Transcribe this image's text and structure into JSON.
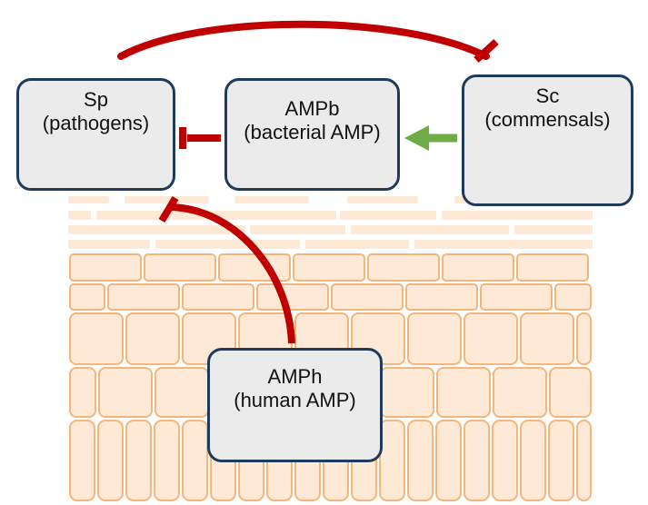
{
  "nodes": {
    "sp": {
      "line1": "Sp",
      "line2": "(pathogens)"
    },
    "ampb": {
      "line1": "AMPb",
      "line2": "(bacterial AMP)"
    },
    "sc": {
      "line1": "Sc",
      "line2": "(commensals)"
    },
    "amph": {
      "line1": "AMPh",
      "line2": "(human AMP)"
    }
  },
  "colors": {
    "inhibition": "#c00000",
    "activation": "#70ad47",
    "box_border": "#1f3b5c",
    "box_fill": "#ebebeb",
    "tissue_fill": "#fde9d5",
    "tissue_stroke": "#f4b67a",
    "pathogen": "#e00000",
    "commensal": "#2e75b6",
    "bacterial_amp": "#5bc0de",
    "human_amp": "#f7941d"
  },
  "edges": [
    {
      "from": "sp",
      "to": "sc",
      "type": "inhibition"
    },
    {
      "from": "ampb",
      "to": "sp",
      "type": "inhibition"
    },
    {
      "from": "sc",
      "to": "ampb",
      "type": "activation"
    },
    {
      "from": "amph",
      "to": "sp",
      "type": "inhibition"
    }
  ]
}
